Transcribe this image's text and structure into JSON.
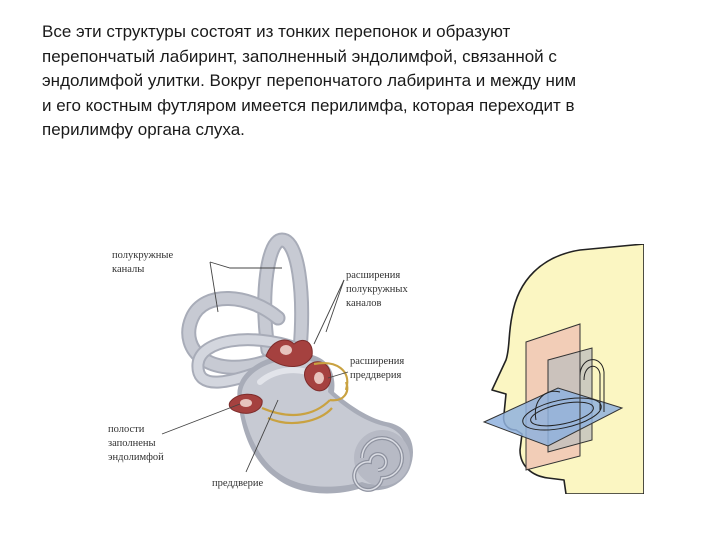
{
  "paragraph": {
    "lines": [
      "Все эти структуры состоят из тонких перепонок и образуют",
      "перепончатый лабиринт, заполненный эндолимфой, связанной с",
      "эндолимфой улитки. Вокруг перепончатого лабиринта и между ним",
      "и его костным футляром имеется перилимфа, которая переходит в",
      "перилимфу органа слуха."
    ]
  },
  "figure_labels": {
    "semicircular_canals": [
      "полукружные",
      "каналы"
    ],
    "canal_ampullae": [
      "расширения",
      "полукружных",
      "каналов"
    ],
    "vestibule_dilations": [
      "расширения",
      "преддверия"
    ],
    "endolymph_cavities": [
      "полости",
      "заполнены",
      "эндолимфой"
    ],
    "vestibule": "преддверие"
  },
  "colors": {
    "bone": "#c7cad3",
    "bone_shadow": "#a8acb8",
    "membrane": "#a5413f",
    "nerve": "#c9a241",
    "head": "#fbf6c2",
    "plane_pink": "#f0c6b5",
    "plane_blue": "#8fb2de"
  }
}
